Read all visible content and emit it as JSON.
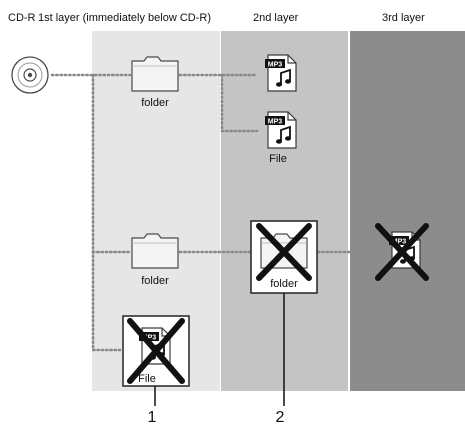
{
  "header": {
    "col1": "CD-R",
    "col2": "1st layer (immediately below CD-R)",
    "col3": "2nd layer",
    "col4": "3rd layer"
  },
  "labels": {
    "folder_top": "folder",
    "folder_mid": "folder",
    "folder_2nd": "folder",
    "file_2nd": "File",
    "file_1st": "File",
    "mp3": "MP3"
  },
  "callouts": {
    "one": "1",
    "two": "2"
  },
  "colors": {
    "layer1": "#e6e6e6",
    "layer2": "#c4c4c4",
    "layer3": "#8c8c8c",
    "dots": "#8a8a8a",
    "icon_stroke": "#3a3a3a"
  }
}
